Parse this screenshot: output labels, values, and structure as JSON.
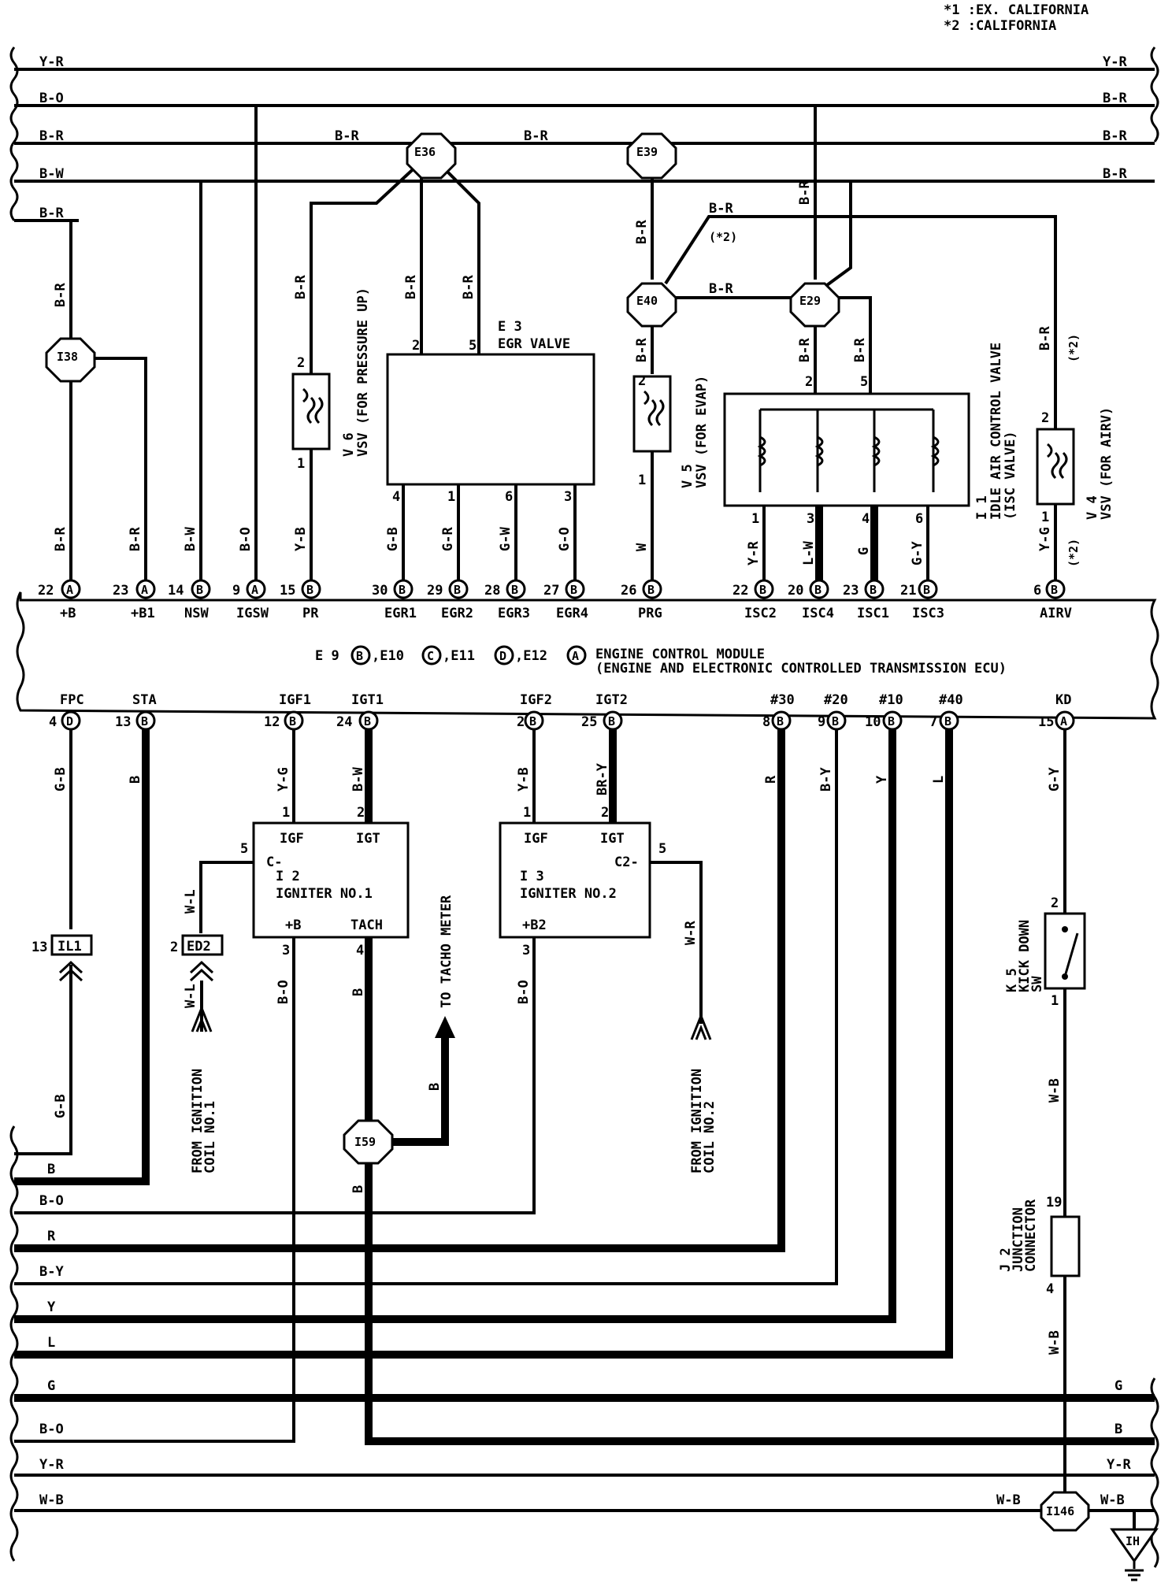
{
  "notes": {
    "n1": "*1 :EX. CALIFORNIA",
    "n2": "*2 :CALIFORNIA"
  },
  "ecm": {
    "line1_pre": "E 9",
    "c1": "B",
    "sep1": ",E10",
    "c2": "C",
    "sep2": ",E11",
    "c3": "D",
    "sep3": ",E12",
    "c4": "A",
    "title": "ENGINE CONTROL MODULE",
    "subtitle": "(ENGINE AND ELECTRONIC CONTROLLED TRANSMISSION ECU)"
  },
  "top_pins": [
    {
      "num": "22",
      "conn": "A",
      "name": "+B",
      "wire": "B-R"
    },
    {
      "num": "23",
      "conn": "A",
      "name": "+B1",
      "wire": "B-R"
    },
    {
      "num": "14",
      "conn": "B",
      "name": "NSW",
      "wire": "B-W"
    },
    {
      "num": "9",
      "conn": "A",
      "name": "IGSW",
      "wire": "B-O"
    },
    {
      "num": "15",
      "conn": "B",
      "name": "PR",
      "wire": "Y-B"
    },
    {
      "num": "30",
      "conn": "B",
      "name": "EGR1",
      "wire": "G-B"
    },
    {
      "num": "29",
      "conn": "B",
      "name": "EGR2",
      "wire": "G-R"
    },
    {
      "num": "28",
      "conn": "B",
      "name": "EGR3",
      "wire": "G-W"
    },
    {
      "num": "27",
      "conn": "B",
      "name": "EGR4",
      "wire": "G-O"
    },
    {
      "num": "26",
      "conn": "B",
      "name": "PRG",
      "wire": "W"
    },
    {
      "num": "22",
      "conn": "B",
      "name": "ISC2",
      "wire": "Y-R"
    },
    {
      "num": "20",
      "conn": "B",
      "name": "ISC4",
      "wire": "L-W"
    },
    {
      "num": "23",
      "conn": "B",
      "name": "ISC1",
      "wire": "G"
    },
    {
      "num": "21",
      "conn": "B",
      "name": "ISC3",
      "wire": "G-Y"
    },
    {
      "num": "6",
      "conn": "B",
      "name": "AIRV",
      "wire": "Y-G"
    }
  ],
  "bottom_pins": [
    {
      "num": "4",
      "conn": "D",
      "name": "FPC",
      "wire": "G-B"
    },
    {
      "num": "13",
      "conn": "B",
      "name": "STA",
      "wire": "B"
    },
    {
      "num": "12",
      "conn": "B",
      "name": "IGF1",
      "wire": "Y-G"
    },
    {
      "num": "24",
      "conn": "B",
      "name": "IGT1",
      "wire": "B-W"
    },
    {
      "num": "2",
      "conn": "B",
      "name": "IGF2",
      "wire": "Y-B"
    },
    {
      "num": "25",
      "conn": "B",
      "name": "IGT2",
      "wire": "BR-Y"
    },
    {
      "num": "8",
      "conn": "B",
      "name": "#30",
      "wire": "R"
    },
    {
      "num": "9",
      "conn": "B",
      "name": "#20",
      "wire": "B-Y"
    },
    {
      "num": "10",
      "conn": "B",
      "name": "#10",
      "wire": "Y"
    },
    {
      "num": "7",
      "conn": "B",
      "name": "#40",
      "wire": "L"
    },
    {
      "num": "15",
      "conn": "A",
      "name": "KD",
      "wire": "G-Y"
    }
  ],
  "top_buses": [
    {
      "left": "Y-R",
      "right": "Y-R"
    },
    {
      "left": "B-O",
      "right": "B-R"
    },
    {
      "left": "B-R",
      "right": "B-R"
    },
    {
      "left": "B-W",
      "right": "B-R"
    },
    {
      "left": "B-R",
      "right": ""
    }
  ],
  "bottom_buses": [
    {
      "left": "B",
      "right": ""
    },
    {
      "left": "B-O",
      "right": ""
    },
    {
      "left": "R",
      "right": ""
    },
    {
      "left": "B-Y",
      "right": ""
    },
    {
      "left": "Y",
      "right": ""
    },
    {
      "left": "L",
      "right": ""
    },
    {
      "left": "G",
      "right": "G"
    },
    {
      "left": "B-O",
      "right": ""
    },
    {
      "left": "",
      "right": "B"
    },
    {
      "left": "Y-R",
      "right": "Y-R"
    },
    {
      "left": "W-B",
      "right": "W-B"
    }
  ],
  "splices": {
    "e36": "E36",
    "e39": "E39",
    "e40": "E40",
    "e29": "E29",
    "i38": "I38",
    "i59": "I59",
    "i146": "I146",
    "ih": "IH"
  },
  "components": {
    "v6_id": "V 6",
    "v6_name": "VSV (FOR PRESSURE UP)",
    "e3_id": "E 3",
    "e3_name": "EGR VALVE",
    "v5_id": "V 5",
    "v5_name": "VSV (FOR EVAP)",
    "i1_id": "I 1",
    "i1_name": "IDLE AIR CONTROL VALVE",
    "i1_sub": "(ISC VALVE)",
    "v4_id": "V 4",
    "v4_name": "VSV (FOR AIRV)",
    "i2_id": "I 2",
    "i2_name": "IGNITER NO.1",
    "i3_id": "I 3",
    "i3_name": "IGNITER NO.2",
    "igf": "IGF",
    "igt": "IGT",
    "c_minus": "C-",
    "c2_minus": "C2-",
    "plus_b": "+B",
    "tach": "TACH",
    "plus_b2": "+B2",
    "k5_id": "K 5",
    "k5_name": "KICK DOWN",
    "k5_sub": "SW",
    "j2_id": "J 2",
    "j2_name": "JUNCTION",
    "j2_sub": "CONNECTOR",
    "il1": "IL1",
    "ed2": "ED2"
  },
  "misc": {
    "to_tacho": "TO TACHO METER",
    "from_coil1_a": "FROM IGNITION",
    "from_coil1_b": "COIL NO.1",
    "from_coil2_a": "FROM IGNITION",
    "from_coil2_b": "COIL NO.2",
    "star2": "(*2)",
    "wires": {
      "br": "B-R",
      "wl": "W-L",
      "wr": "W-R",
      "bo": "B-O",
      "b": "B",
      "wb": "W-B",
      "gb": "G-B",
      "yg": "Y-G"
    }
  },
  "pin_numbers": {
    "v6_2": "2",
    "v6_1": "1",
    "e3_2": "2",
    "e3_5": "5",
    "e3_4": "4",
    "e3_1": "1",
    "e3_6": "6",
    "e3_3": "3",
    "v5_2": "2",
    "v5_1": "1",
    "i1_2": "2",
    "i1_5": "5",
    "i1_1": "1",
    "i1_3": "3",
    "i1_4": "4",
    "i1_6": "6",
    "v4_2": "2",
    "v4_1": "1",
    "i2_1": "1",
    "i2_2": "2",
    "i2_5": "5",
    "i2_3": "3",
    "i2_4": "4",
    "i3_1": "1",
    "i3_2": "2",
    "i3_5": "5",
    "i3_3": "3",
    "il1_13": "13",
    "ed2_2": "2",
    "k5_2": "2",
    "k5_1": "1",
    "j2_19": "19",
    "j2_4": "4"
  }
}
